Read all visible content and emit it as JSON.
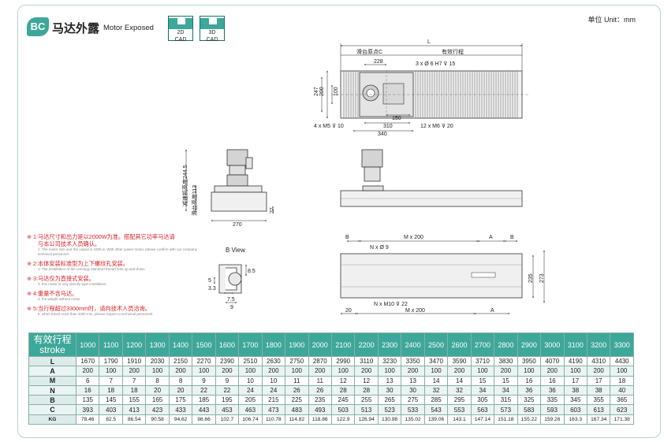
{
  "header": {
    "badge": "BC",
    "title_cn": "马达外露",
    "title_en": "Motor Exposed",
    "cad_2d": [
      "2D",
      "CAD"
    ],
    "cad_3d": [
      "3D",
      "CAD"
    ],
    "unit": "单位 Unit：mm"
  },
  "drawing_labels": {
    "L": "L",
    "slide_origin": "滑台原点C",
    "effective_stroke": "有效行程",
    "d228": "228",
    "holes_top": "3 x Ø 6 H7 ⊽ 15",
    "d247": "247",
    "d200": "200",
    "d100": "100",
    "d150": "150",
    "holes_m5": "4 x M5 ⊽ 10",
    "d310": "310",
    "holes_m6": "12 x M6 ⊽ 20",
    "d340": "340",
    "reducer_height": "减速机高度244.5",
    "slide_height": "滑台高度113",
    "d270": "270",
    "d27": "27",
    "b_view": "B View",
    "d8_5": "8.5",
    "d5": "5",
    "d3_3": "3.3",
    "d7_5": "7.5",
    "d9": "9",
    "B1": "B",
    "Mx200_top": "M x 200",
    "A1": "A",
    "B2": "B",
    "holes_n9": "N x Ø 9",
    "d235": "235",
    "d273": "273",
    "holes_m10": "N x M10 ⊽ 22",
    "d20": "20",
    "Mx200_bot": "M x 200",
    "A2": "A"
  },
  "notes": [
    {
      "cn": "※  1:马达尺寸和出力是以2000W为准。搭配其它功率马达请",
      "cn2": "与本公司技术人员确认。",
      "en": "1: The motor size and the output is 1000 w. With other power motor, please confirm with our company technical personnel."
    },
    {
      "cn": "※  2:本体安装标准型为上下螺纹孔安装。",
      "cn2": "",
      "en": "2: The installation of the ontology standard thread hole up and down."
    },
    {
      "cn": "※  3:马达仅为直接式安装。",
      "cn2": "",
      "en": "3: this motor is only directly type installation."
    },
    {
      "cn": "※  4:重量不含马达。",
      "cn2": "",
      "en": "4: the weight without motor"
    },
    {
      "cn": "※  5:当行程超过3300mm时，请向技术人员洽询。",
      "cn2": "",
      "en": "5: when travel more than 3300 mm, please inquire to technical personnel."
    }
  ],
  "table": {
    "corner_cn": "有效行程",
    "corner_en": "stroke",
    "strokes": [
      "1000",
      "1100",
      "1200",
      "1300",
      "1400",
      "1500",
      "1600",
      "1700",
      "1800",
      "1900",
      "2000",
      "2100",
      "2200",
      "2300",
      "2400",
      "2500",
      "2600",
      "2700",
      "2800",
      "2900",
      "3000",
      "3100",
      "3200",
      "3300"
    ],
    "rows": [
      {
        "label": "L",
        "values": [
          "1670",
          "1790",
          "1910",
          "2030",
          "2150",
          "2270",
          "2390",
          "2510",
          "2630",
          "2750",
          "2870",
          "2990",
          "3110",
          "3230",
          "3350",
          "3470",
          "3590",
          "3710",
          "3830",
          "3950",
          "4070",
          "4190",
          "4310",
          "4430"
        ]
      },
      {
        "label": "A",
        "values": [
          "200",
          "100",
          "200",
          "100",
          "200",
          "100",
          "200",
          "100",
          "200",
          "100",
          "200",
          "100",
          "200",
          "100",
          "200",
          "100",
          "200",
          "100",
          "200",
          "100",
          "200",
          "100",
          "200",
          "100"
        ]
      },
      {
        "label": "M",
        "values": [
          "6",
          "7",
          "7",
          "8",
          "8",
          "9",
          "9",
          "10",
          "10",
          "11",
          "11",
          "12",
          "12",
          "13",
          "13",
          "14",
          "14",
          "15",
          "15",
          "16",
          "16",
          "17",
          "17",
          "18"
        ]
      },
      {
        "label": "N",
        "values": [
          "16",
          "18",
          "18",
          "20",
          "20",
          "22",
          "22",
          "24",
          "24",
          "26",
          "26",
          "28",
          "28",
          "30",
          "30",
          "32",
          "32",
          "34",
          "34",
          "36",
          "36",
          "38",
          "38",
          "40"
        ]
      },
      {
        "label": "B",
        "values": [
          "135",
          "145",
          "155",
          "165",
          "175",
          "185",
          "195",
          "205",
          "215",
          "225",
          "235",
          "245",
          "255",
          "265",
          "275",
          "285",
          "295",
          "305",
          "315",
          "325",
          "335",
          "345",
          "355",
          "365"
        ]
      },
      {
        "label": "C",
        "values": [
          "393",
          "403",
          "413",
          "423",
          "433",
          "443",
          "453",
          "463",
          "473",
          "483",
          "493",
          "503",
          "513",
          "523",
          "533",
          "543",
          "553",
          "563",
          "573",
          "583",
          "593",
          "603",
          "613",
          "623"
        ]
      },
      {
        "label": "KG",
        "values": [
          "78.46",
          "82.5",
          "86.54",
          "90.58",
          "94.62",
          "98.66",
          "102.7",
          "106.74",
          "110.78",
          "114.82",
          "118.86",
          "122.9",
          "126.94",
          "130.98",
          "135.02",
          "139.06",
          "143.1",
          "147.14",
          "151.18",
          "155.22",
          "159.26",
          "163.3",
          "167.34",
          "171.38"
        ]
      }
    ]
  }
}
